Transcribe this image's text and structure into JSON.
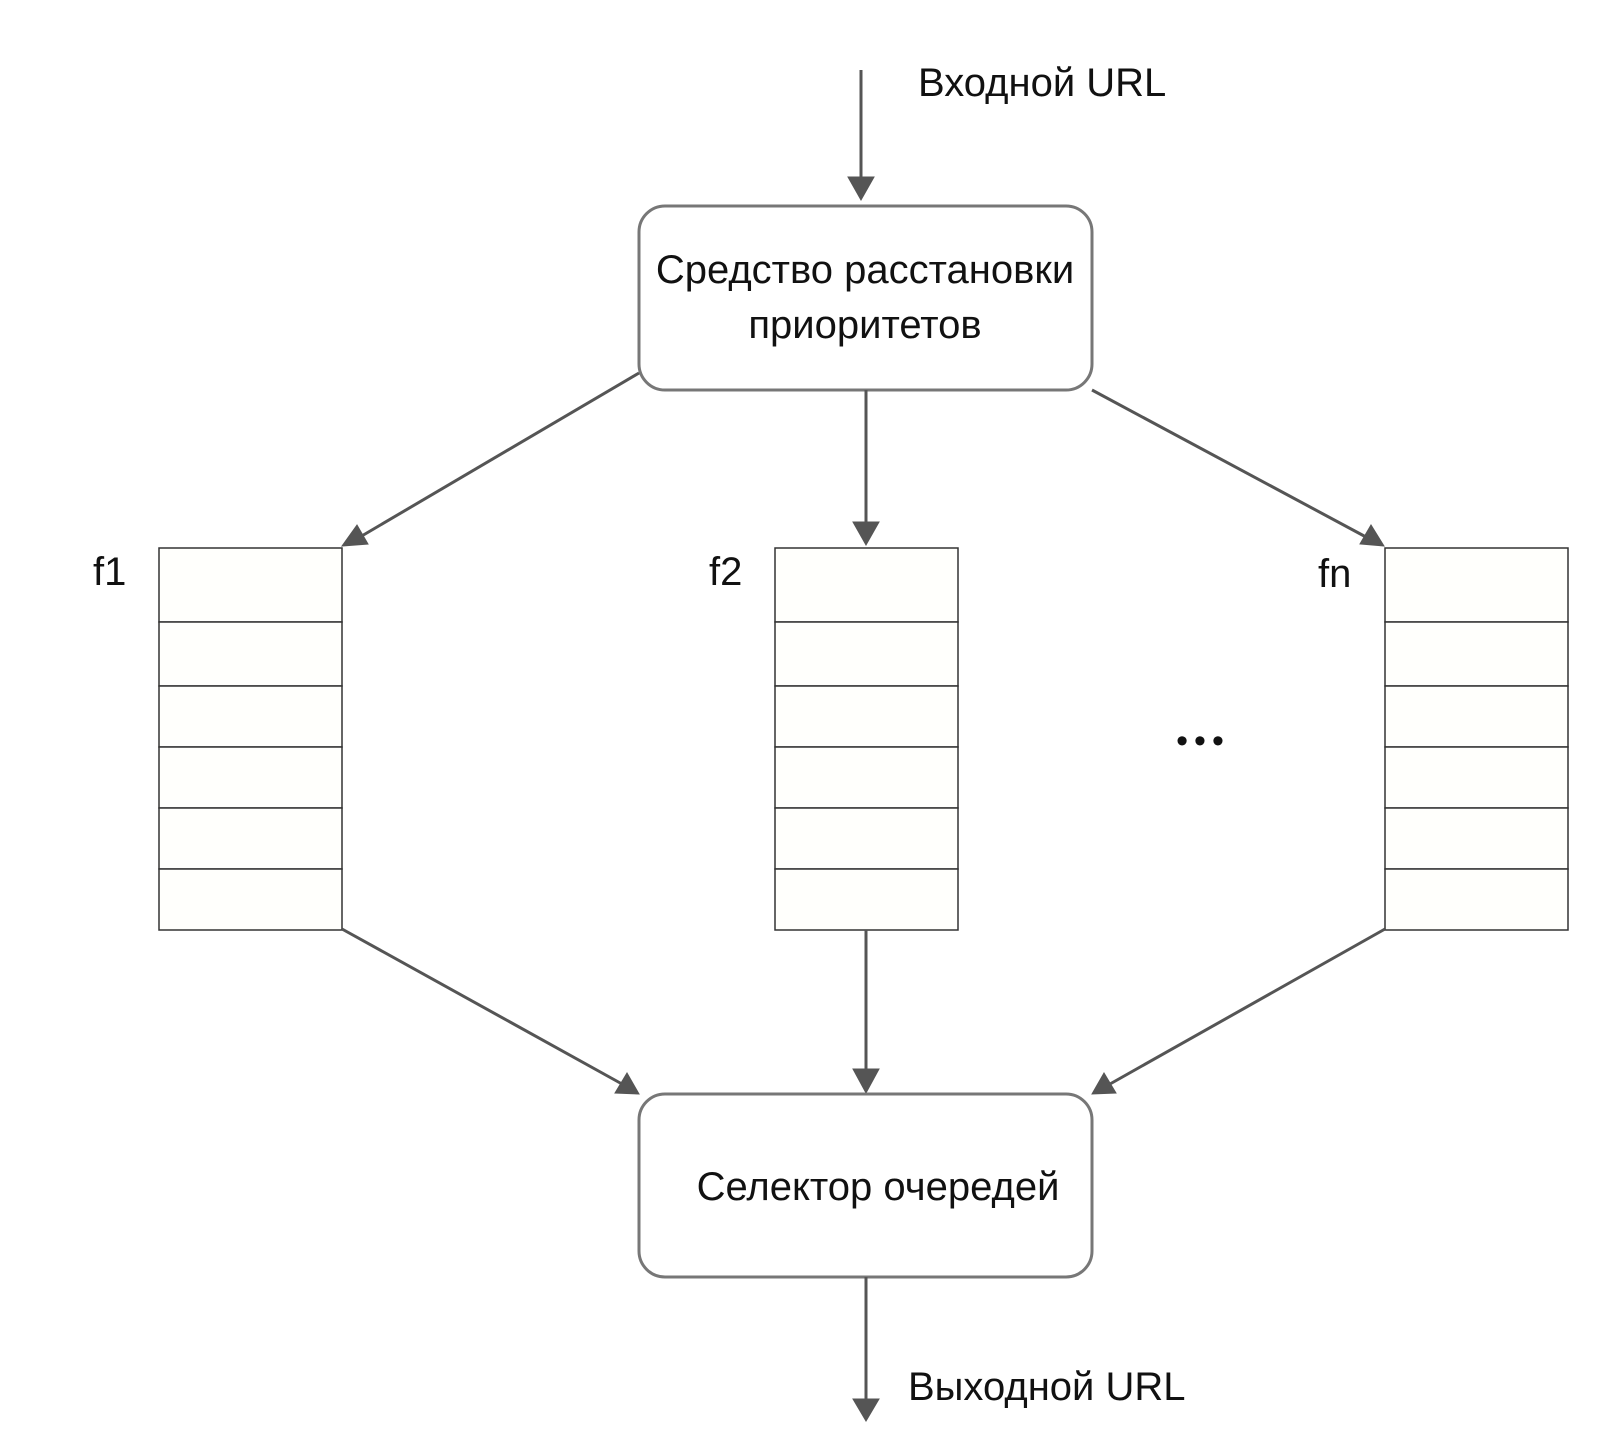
{
  "diagram": {
    "input_label": "Входной URL",
    "output_label": "Выходной URL",
    "prioritizer": {
      "line1": "Средство расстановки",
      "line2": "приоритетов"
    },
    "selector": {
      "label": "Селектор очередей"
    },
    "queues": [
      {
        "label": "f1"
      },
      {
        "label": "f2"
      },
      {
        "label": "fn"
      }
    ],
    "ellipsis": "•••"
  },
  "colors": {
    "edge": "#555555",
    "box_border": "#777777",
    "cell_border": "#333333",
    "text": "#111111"
  }
}
